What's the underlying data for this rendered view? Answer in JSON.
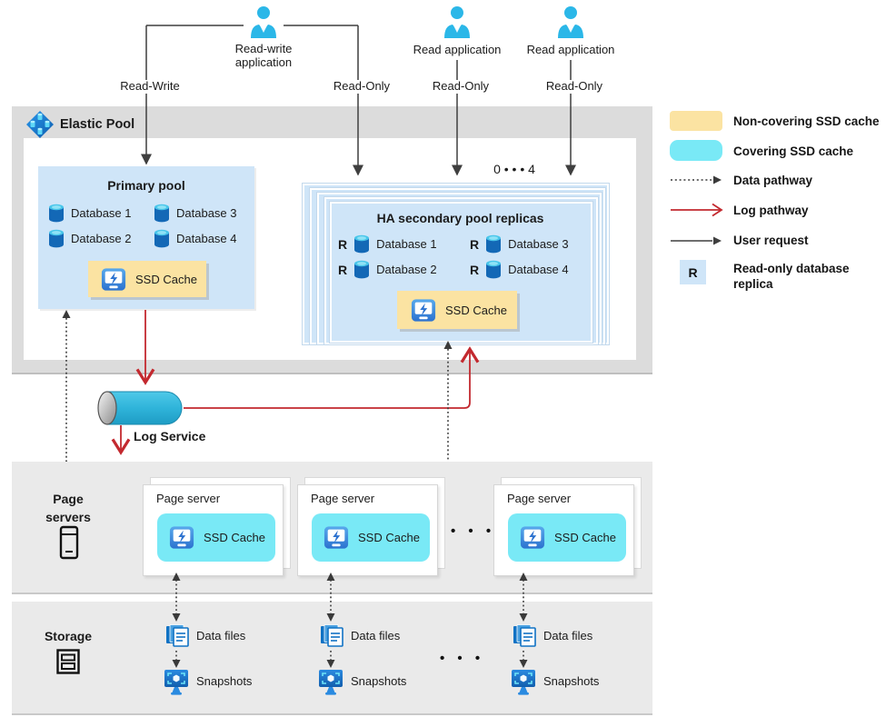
{
  "top": {
    "rw_app_label": "Read-write application",
    "read_app_1": "Read application",
    "read_app_2": "Read application",
    "rw_label": "Read-Write",
    "ro_label_1": "Read-Only",
    "ro_label_2": "Read-Only",
    "ro_label_3": "Read-Only"
  },
  "elastic_pool": {
    "title": "Elastic Pool",
    "primary_pool": {
      "title": "Primary pool",
      "databases": [
        "Database 1",
        "Database 2",
        "Database 3",
        "Database 4"
      ],
      "ssd_cache": "SSD Cache"
    },
    "ha_pool": {
      "title": "HA secondary pool replicas",
      "range_label": "0 • • • 4",
      "replica_marker": "R",
      "databases": [
        "Database 1",
        "Database 2",
        "Database 3",
        "Database 4"
      ],
      "ssd_cache": "SSD Cache"
    }
  },
  "log_service": {
    "label": "Log Service"
  },
  "page_servers": {
    "section_label": "Page servers",
    "ellipsis": "• • •",
    "cards": [
      {
        "title": "Page server",
        "ssd_cache": "SSD Cache"
      },
      {
        "title": "Page server",
        "ssd_cache": "SSD Cache"
      },
      {
        "title": "Page server",
        "ssd_cache": "SSD Cache"
      }
    ]
  },
  "storage": {
    "section_label": "Storage",
    "ellipsis": "• • •",
    "columns": [
      {
        "data_files": "Data files",
        "snapshots": "Snapshots"
      },
      {
        "data_files": "Data files",
        "snapshots": "Snapshots"
      },
      {
        "data_files": "Data files",
        "snapshots": "Snapshots"
      }
    ]
  },
  "legend": {
    "items": [
      {
        "label": "Non-covering SSD cache",
        "type": "swatch-yellow"
      },
      {
        "label": "Covering SSD cache",
        "type": "swatch-cyan"
      },
      {
        "label": "Data pathway",
        "type": "arrow-dotted"
      },
      {
        "label": "Log pathway",
        "type": "arrow-red"
      },
      {
        "label": "User request",
        "type": "arrow-solid"
      },
      {
        "label": "Read-only database replica",
        "type": "replica-badge",
        "badge": "R"
      }
    ]
  },
  "colors": {
    "non_covering_cache": "#fbe3a2",
    "covering_cache": "#79e9f6",
    "pool_fill": "#cfe5f8",
    "log_pathway": "#c3292f",
    "user_request": "#3f3f3f",
    "data_pathway": "#3a3a3a"
  }
}
